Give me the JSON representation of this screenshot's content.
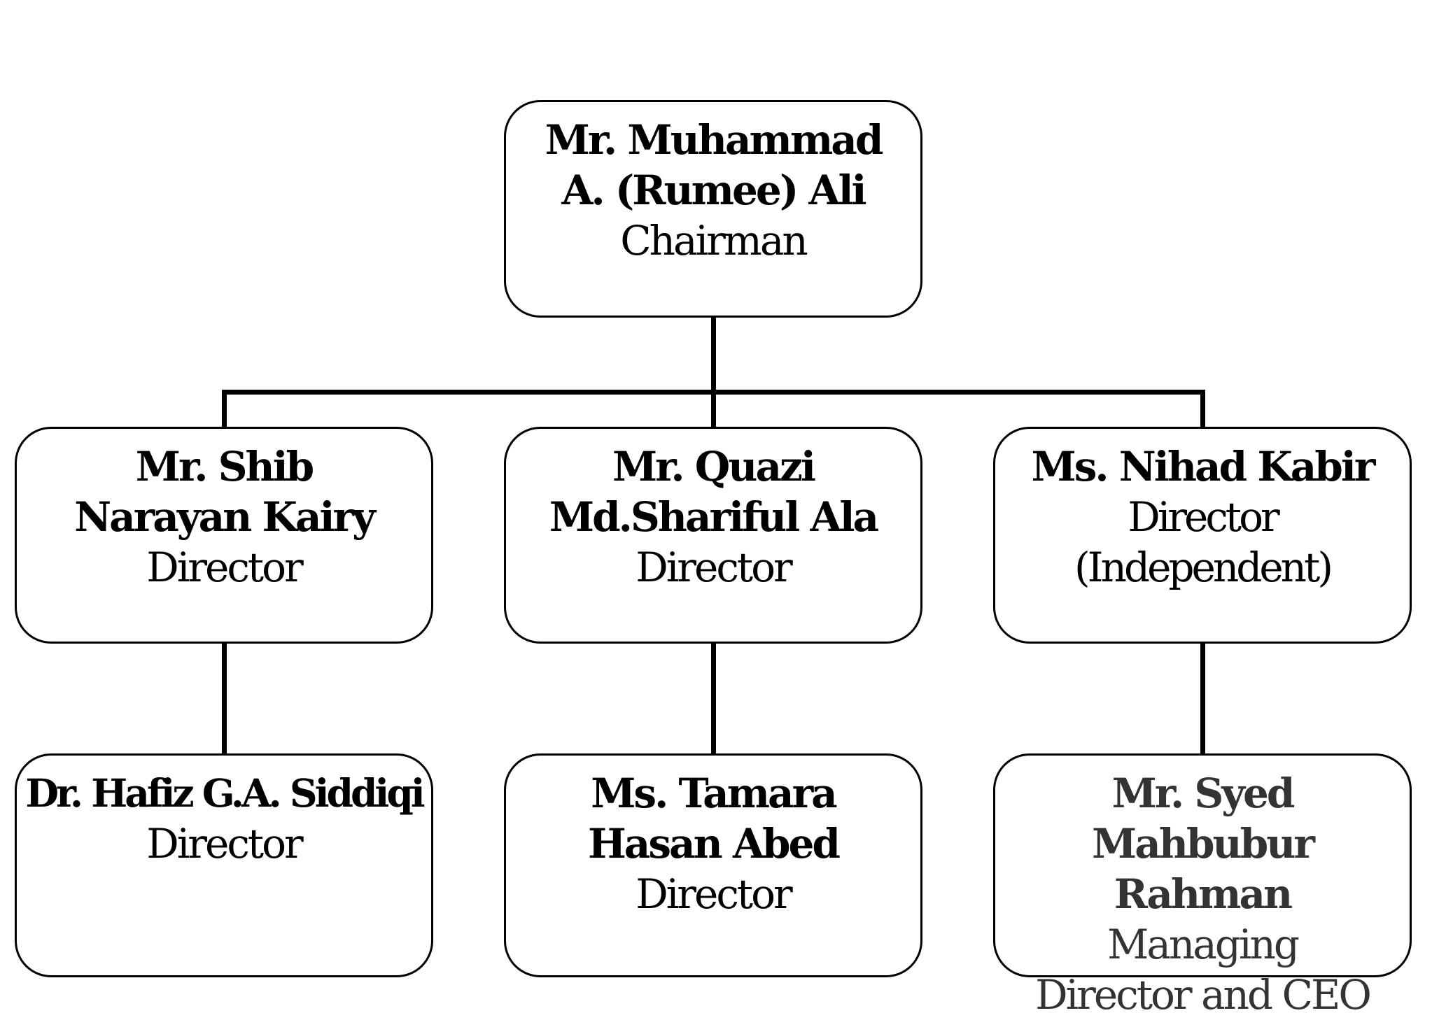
{
  "chairman": {
    "name": "Mr. Muhammad A. (Rumee) Ali",
    "role": "Chairman"
  },
  "row2": [
    {
      "name": "Mr. Shib Narayan Kairy",
      "role": "Director"
    },
    {
      "name": "Mr. Quazi Md.Shariful Ala",
      "role": "Director"
    },
    {
      "name": "Ms. Nihad Kabir",
      "role": "Director (Independent)"
    }
  ],
  "row3": [
    {
      "name": "Dr. Hafiz G.A. Siddiqi",
      "role": "Director"
    },
    {
      "name": "Ms. Tamara Hasan Abed",
      "role": "Director"
    },
    {
      "name": "Mr. Syed Mahbubur Rahman",
      "role": "Managing Director and CEO"
    }
  ]
}
